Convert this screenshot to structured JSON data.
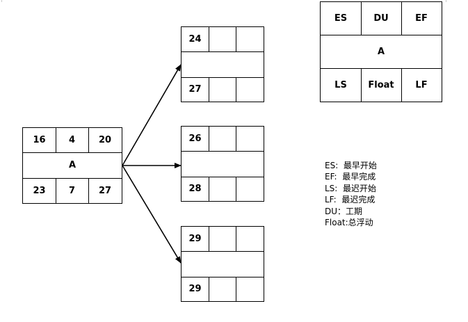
{
  "source_node": {
    "es": "16",
    "du": "4",
    "ef": "20",
    "name": "A",
    "ls": "23",
    "float": "7",
    "lf": "27"
  },
  "successors": [
    {
      "es": "24",
      "ls": "27"
    },
    {
      "es": "26",
      "ls": "28"
    },
    {
      "es": "29",
      "ls": "29"
    }
  ],
  "key_node": {
    "es": "ES",
    "du": "DU",
    "ef": "EF",
    "name": "A",
    "ls": "LS",
    "float": "Float",
    "lf": "LF"
  },
  "legend": [
    "ES:  最早开始",
    "EF:  最早完成",
    "LS:  最迟开始",
    "LF:  最迟完成",
    "DU：工期",
    "Float:总浮动"
  ]
}
